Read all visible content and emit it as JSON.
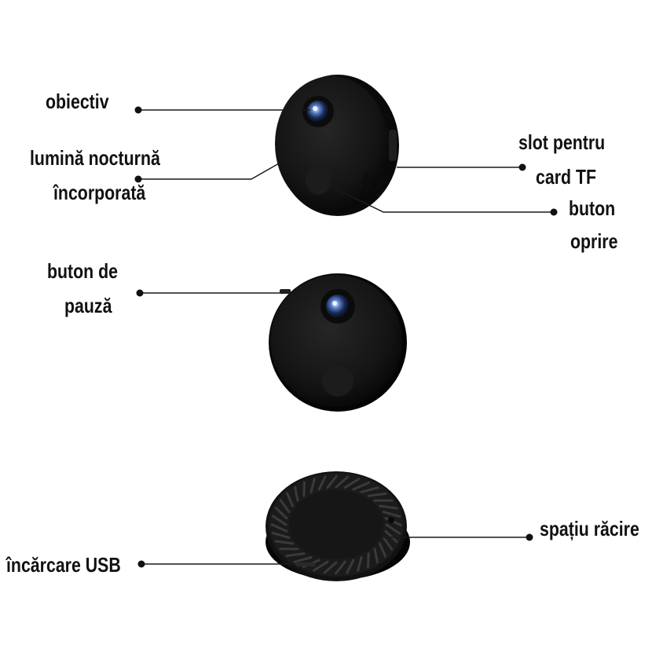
{
  "labels": {
    "lens": "obiectiv",
    "night_light_1": "lumină nocturnă",
    "night_light_2": "încorporată",
    "tf_slot_1": "slot pentru",
    "tf_slot_2": "card TF",
    "power_1": "buton",
    "power_2": "oprire",
    "pause_1": "buton de",
    "pause_2": "pauză",
    "cooling": "spațiu răcire",
    "usb": "încărcare USB"
  },
  "colors": {
    "device_body": "#151515",
    "device_edge": "#2a2a2a",
    "lens_ring": "#8aa0c8",
    "line": "#1a1a1a"
  }
}
